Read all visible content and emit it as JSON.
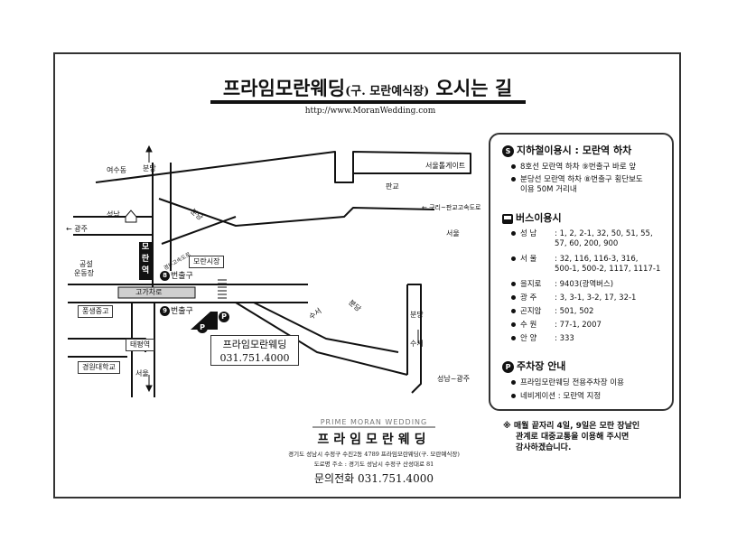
{
  "header": {
    "title_main": "프라임모란웨딩",
    "title_sub": "(구. 모란예식장)",
    "title_end": " 오시는 길",
    "url": "http://www.MoranWedding.com"
  },
  "map": {
    "yeosudong": "여수동",
    "bundang_top": "분당",
    "seongnam": "성남",
    "gwangju_left": "← 광주",
    "bundang_diag": "분당",
    "gyeongbu": "경부고속도로",
    "moran_station": "모란역",
    "moran_market": "모란시장",
    "exit8": "번출구",
    "exit9": "번출구",
    "exit8_num": "8",
    "exit9_num": "9",
    "gongseol": "공설",
    "undongjang": "운동장",
    "overpass": "고가차로",
    "pungsaeng": "풍생중고",
    "taepyeong": "태평역",
    "gyeongwon": "경원대학교",
    "seoul_bottom": "서울",
    "seoul_toll": "서울톨게이트",
    "pangyo": "판교",
    "guri_road": "← 구리~판교고속도로",
    "seoul_right": "서울",
    "suseo_diag": "수서",
    "bundang_diag2": "분당",
    "bundang_right": "분당",
    "suseo_right": "수서",
    "seongnam_gwangju": "성남~광주",
    "parking_p": "P",
    "hall_name": "프라임모란웨딩",
    "hall_tel": "031.751.4000"
  },
  "subway": {
    "title": "지하철이용시 : 모란역 하차",
    "items": [
      "8호선 모란역 하차 ⑨번출구 바로 앞",
      "분당선 모란역 하차 ⑧번출구 횡단보도",
      "이용 50M 거리내"
    ]
  },
  "bus": {
    "title": "버스이용시",
    "rows": [
      {
        "k": "성  남",
        "v": ": 1, 2, 2-1, 32, 50, 51, 55,",
        "v2": "57, 60, 200, 900"
      },
      {
        "k": "서  울",
        "v": ": 32, 116, 116-3, 316,",
        "v2": "500-1, 500-2, 1117, 1117-1"
      },
      {
        "k": "을지로",
        "v": ": 9403(광역버스)",
        "v2": ""
      },
      {
        "k": "광  주",
        "v": ": 3, 3-1, 3-2, 17, 32-1",
        "v2": ""
      },
      {
        "k": "곤지암",
        "v": ": 501, 502",
        "v2": ""
      },
      {
        "k": "수  원",
        "v": ": 77-1, 2007",
        "v2": ""
      },
      {
        "k": "안  양",
        "v": ": 333",
        "v2": ""
      }
    ]
  },
  "parking": {
    "title": "주차장 안내",
    "items": [
      "프라임모란웨딩 전용주차장 이용",
      "네비게이션 : 모란역 지정"
    ]
  },
  "notice": {
    "line1": "※ 매월 끝자리 4일, 9일은 모란 장날인",
    "line2": "관계로 대중교통을 이용해 주시면",
    "line3": "감사하겠습니다."
  },
  "footer": {
    "logo_en": "PRIME MORAN WEDDING",
    "logo_ko": "프라임모란웨딩",
    "addr1": "경기도 성남시 수정구 수진2동 4789 프라임모란웨딩(구. 모란예식장)",
    "addr2": "도로명 주소 : 경기도 성남시 수정구 산성대로 81",
    "tel": "문의전화 031.751.4000"
  }
}
